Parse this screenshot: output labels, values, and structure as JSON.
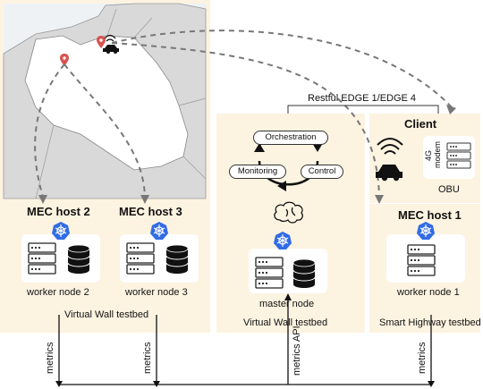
{
  "edge_label": "Restful EDGE 1/EDGE 4",
  "client": {
    "title": "Client",
    "modem_label": "4G\nmodem",
    "obu_label": "OBU"
  },
  "orchestration": {
    "top": "Orchestration",
    "left": "Monitoring",
    "right": "Control"
  },
  "hosts": {
    "mec2": {
      "title": "MEC host 2",
      "node": "worker node 2"
    },
    "mec3": {
      "title": "MEC host 3",
      "node": "worker node 3"
    },
    "master": {
      "node": "master node"
    },
    "mec1": {
      "title": "MEC host 1",
      "node": "worker node 1"
    }
  },
  "testbeds": {
    "left": "Virtual Wall testbed",
    "center": "Virtual Wall testbed",
    "right": "Smart Highway testbed"
  },
  "metrics": {
    "m1": "metrics",
    "m2": "metrics",
    "m3": "metrics API",
    "m4": "metrics"
  },
  "colors": {
    "panel": "#fdf3e1",
    "k8s": "#326ce5",
    "map_land": "#d9d9d9",
    "map_sea": "#eef2f5",
    "pin": "#d9534f"
  }
}
